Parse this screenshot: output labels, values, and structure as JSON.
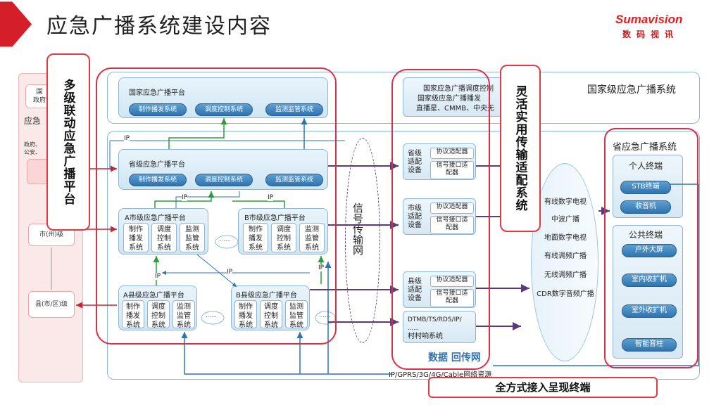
{
  "slide": {
    "title": "应急广播系统建设内容",
    "logo": {
      "brand": "Sumavision",
      "subtitle": "数码视讯"
    }
  },
  "left_panel": {
    "top_box": "国\n政府",
    "side_text": "应急",
    "gov_text": "政府、\n公安、",
    "city_level": "市(州)级",
    "county_level": "县(市/区)级"
  },
  "labels": {
    "multi_level": "多级联动应急广播平台",
    "flexible": "灵活实用传输适配系统",
    "terminal_access": "全方式接入呈现终端",
    "signal_net": "信号传输网"
  },
  "national": {
    "platform_title": "国家应急广播平台",
    "pills": [
      "制作播发系统",
      "调度控制系统",
      "监测监管系统"
    ],
    "system_label": "国家级应急广播系统",
    "dispatch_lines": [
      "国家应急广播调度控制",
      "国家级应急广播播发",
      "直播星、CMMB、中央无"
    ]
  },
  "province": {
    "platform_title": "省级应急广播平台",
    "pills": [
      "制作播发系统",
      "调度控制系统",
      "监测监管系统"
    ]
  },
  "city_a": {
    "title": "A市级应急广播平台",
    "subs": [
      "制作\n播发\n系统",
      "调度\n控制\n系统",
      "监测\n监管\n系统"
    ]
  },
  "city_b": {
    "title": "B市级应急广播平台",
    "subs": [
      "制作\n播发\n系统",
      "调度\n控制\n系统",
      "监测\n监管\n系统"
    ]
  },
  "county_a": {
    "title": "A县级应急广播平台",
    "subs": [
      "制作\n播发\n系统",
      "调度\n控制\n系统",
      "监测\n监管\n系统"
    ]
  },
  "county_b": {
    "title": "B县级应急广播平台",
    "subs": [
      "制作\n播发\n系统",
      "调度\n控制\n系统",
      "监测\n监管\n系统"
    ]
  },
  "ip_tags": [
    "IP",
    "IP",
    "IP",
    "IP",
    "IP",
    "IP"
  ],
  "cloud_text": "……",
  "adapters": [
    {
      "name": "省级\n适配\n设备",
      "proto": "协议适配器",
      "iface": "信号接口适\n配器"
    },
    {
      "name": "市级\n适配\n设备",
      "proto": "协议适配器",
      "iface": "信号接口适\n配器"
    },
    {
      "name": "县级\n适配\n设备",
      "proto": "协议适配器",
      "iface": "信号接口适\n配器"
    }
  ],
  "dtmb": {
    "line1": "DTMB/TS/RDS/IP/",
    "line2": "……",
    "line3": "村村响系统"
  },
  "data_return": "数据 回传网",
  "ip_network": "IP/GPRS/3G/4G/Cable网络资源",
  "channels": [
    "有线数字电视",
    "中波广播",
    "地面数字电视",
    "有线调频广播",
    "无线调频广播",
    "CDR数字音频广播"
  ],
  "terminals": {
    "section_title": "省应急广播系统",
    "personal_title": "个人终端",
    "personal": [
      "STB终端",
      "收音机"
    ],
    "public_title": "公共终端",
    "public": [
      "户外大屏",
      "室内收扩机",
      "室外收扩机",
      "智能音柱"
    ]
  },
  "colors": {
    "red": "#e03a44",
    "blue": "#2f74b0",
    "green": "#2e9d3a",
    "purple": "#5b3a7a"
  }
}
